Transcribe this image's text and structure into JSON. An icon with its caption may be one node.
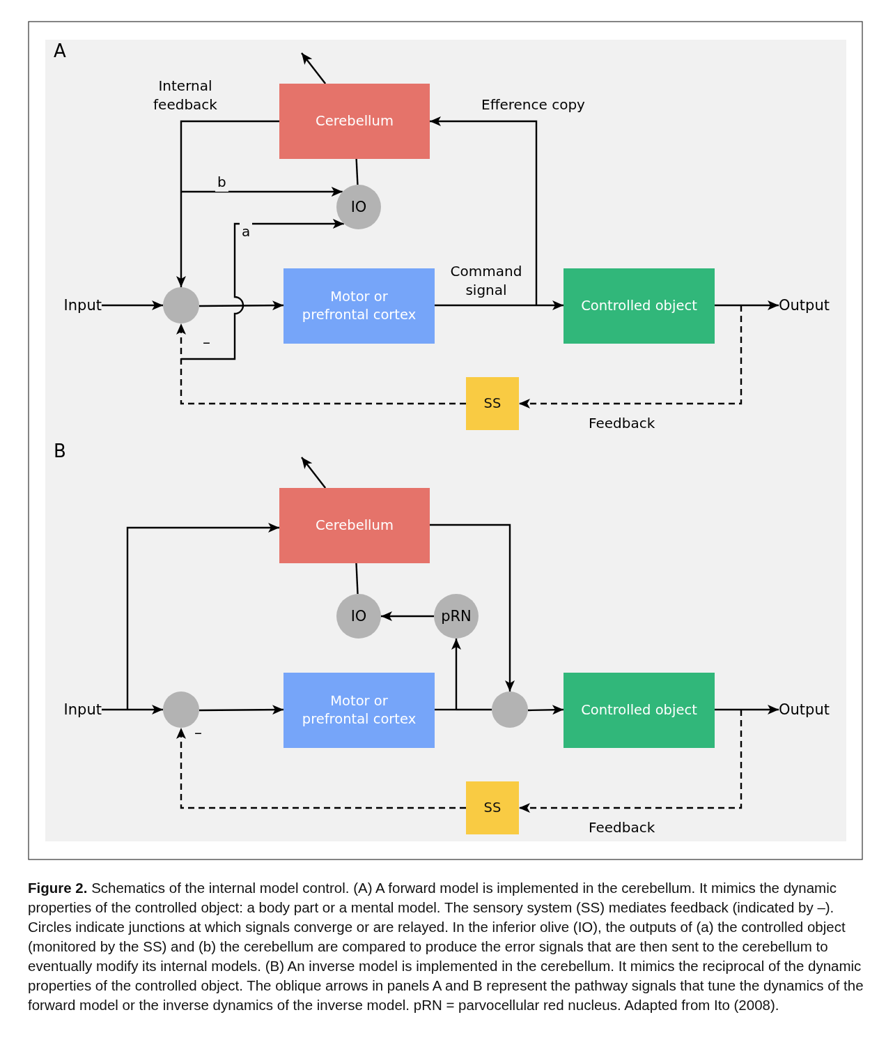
{
  "diagram": {
    "caption": "**Figure 2.** Schematics of the internal model control. (A) A forward model is implemented in the cerebellum. It mimics the dynamic properties of the controlled object: a body part or a mental model. The sensory system (SS) mediates feedback (indicated by –). Circles indicate junctions at which signals converge or are relayed. In the inferior olive (IO), the outputs of (a) the controlled object (monitored by the SS) and (b) the cerebellum are compared to produce the error signals that are then sent to the cerebellum to eventually modify its internal models. (B) An inverse model is implemented in the cerebellum. It mimics the reciprocal of the dynamic properties of the controlled object. The oblique arrows in panels A and B represent the pathway signals that tune the dynamics of the forward model or the inverse dynamics of the inverse model. pRN = parvocellular red nucleus. Adapted from Ito (2008).",
    "nodes": [
      {
        "text": [
          "Cerebellum"
        ]
      },
      {
        "text": [
          "IO"
        ]
      },
      {
        "text": [],
        "shape": "circle"
      },
      {
        "text": [
          "Motor or prefrontal cortex"
        ]
      },
      {
        "text": [
          "Controlled object"
        ]
      },
      {
        "text": [
          "SS"
        ]
      },
      {
        "text": [
          "Input"
        ]
      },
      {
        "text": [
          "Output"
        ]
      },
      {
        "text": [
          "Cerebellum"
        ]
      },
      {
        "text": [
          "IO"
        ]
      },
      {
        "text": [
          "pRN"
        ]
      },
      {
        "text": [],
        "shape": "circle"
      },
      {
        "text": [
          "Motor or prefrontal cortex"
        ]
      },
      {
        "text": [],
        "shape": "circle"
      },
      {
        "text": [
          "Controlled object"
        ]
      },
      {
        "text": [
          "SS"
        ]
      },
      {
        "text": [
          "Input"
        ]
      },
      {
        "text": [
          "Output"
        ]
      }
    ],
    "edges": [
      {
        "from": 6,
        "to": 2,
        "arrow": "to"
      },
      {
        "from": 2,
        "to": 3,
        "arrow": "to"
      },
      {
        "from": 3,
        "to": 4,
        "arrow": "to",
        "label": "Command signal"
      },
      {
        "from": 3,
        "to": 0,
        "arrow": "to",
        "label": "Efference copy"
      },
      {
        "from": 4,
        "to": 7,
        "arrow": "to"
      },
      {
        "from": 4,
        "to": 5,
        "arrow": "to",
        "style": "dashed",
        "label": "Feedback"
      },
      {
        "from": 5,
        "to": 2,
        "arrow": "to",
        "style": "dashed"
      },
      {
        "from": null,
        "to": 1,
        "arrow": "to",
        "label": "a"
      },
      {
        "from": 0,
        "to": 2,
        "arrow": "to",
        "label": "Internal feedback"
      },
      {
        "from": 0,
        "to": 1,
        "arrow": "to",
        "label": "b"
      },
      {
        "from": 0,
        "to": 1,
        "arrow": "none"
      },
      {
        "from": 0,
        "to": null,
        "arrow": "to"
      },
      {
        "from": 16,
        "to": 11,
        "arrow": "to"
      },
      {
        "from": 16,
        "to": 8,
        "arrow": "to"
      },
      {
        "from": 11,
        "to": 12,
        "arrow": "to"
      },
      {
        "from": 12,
        "to": 13,
        "arrow": "none"
      },
      {
        "from": 12,
        "to": 10,
        "arrow": "to"
      },
      {
        "from": 8,
        "to": 13,
        "arrow": "to"
      },
      {
        "from": 13,
        "to": 14,
        "arrow": "to"
      },
      {
        "from": 14,
        "to": 17,
        "arrow": "to"
      },
      {
        "from": 14,
        "to": 15,
        "arrow": "to",
        "style": "dashed",
        "label": "Feedback"
      },
      {
        "from": 15,
        "to": 11,
        "arrow": "to",
        "style": "dashed"
      },
      {
        "from": 10,
        "to": 9,
        "arrow": "to"
      },
      {
        "from": 8,
        "to": 9,
        "arrow": "none"
      },
      {
        "from": 8,
        "to": null,
        "arrow": "to"
      }
    ],
    "labels": [
      "A",
      "–",
      "B",
      "–"
    ]
  }
}
